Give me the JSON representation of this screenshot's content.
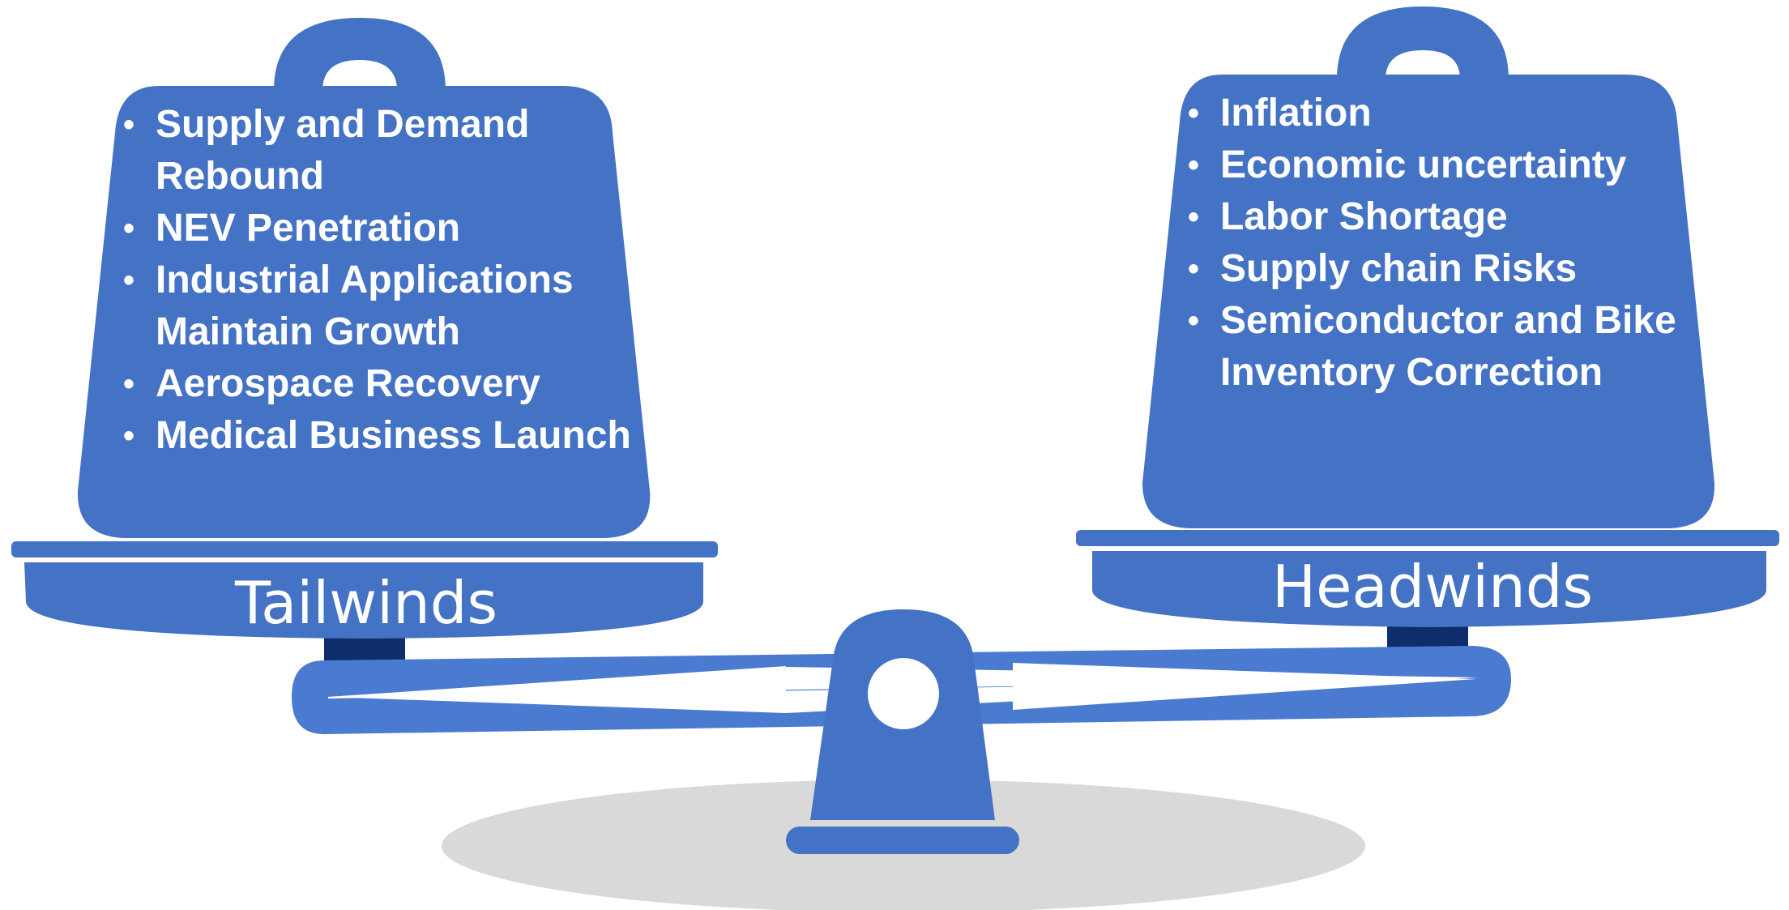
{
  "colors": {
    "weight_fill": "#4472c4",
    "beam_fill": "#4a7bd1",
    "post_dark": "#0d2d6b",
    "shadow": "#d9d9d9",
    "text": "#ffffff"
  },
  "left_weight": {
    "items": [
      "Supply and Demand Rebound",
      "NEV Penetration",
      "Industrial Applications Maintain Growth",
      "Aerospace Recovery",
      "Medical Business Launch"
    ]
  },
  "right_weight": {
    "items": [
      "Inflation",
      "Economic uncertainty",
      "Labor Shortage",
      "Supply chain Risks",
      "Semiconductor and Bike Inventory Correction"
    ]
  },
  "left_pan": {
    "label": "Tailwinds"
  },
  "right_pan": {
    "label": "Headwinds"
  }
}
